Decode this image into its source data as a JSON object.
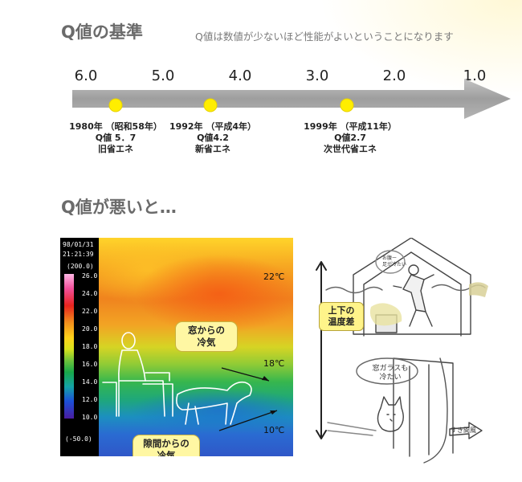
{
  "section1": {
    "heading": "Q値の基準",
    "note": "Q値は数値が少ないほど性能がよいということになります",
    "ticks": [
      "6.0",
      "5.0",
      "4.0",
      "3.0",
      "2.0",
      "1.0"
    ],
    "milestones": [
      {
        "line1": "1980年 （昭和58年）",
        "line2": "Q値 5．7",
        "line3": "旧省エネ"
      },
      {
        "line1": "1992年 （平成4年）",
        "line2": "Q値4.2",
        "line3": "新省エネ"
      },
      {
        "line1": "1999年 （平成11年）",
        "line2": "Q値2.7",
        "line3": "次世代省エネ"
      }
    ],
    "colors": {
      "arrow": "#a6a6a6",
      "dot": "#ffee00"
    }
  },
  "section2": {
    "heading": "Q値が悪いと…",
    "thermal": {
      "date": "98/01/31",
      "time": "21:21:39",
      "scale_max": "(200.0)",
      "scale_min": "(-50.0)",
      "scale_labels": [
        "26.0",
        "24.0",
        "22.0",
        "20.0",
        "18.0",
        "16.0",
        "14.0",
        "12.0",
        "10.0"
      ],
      "temps": [
        "22℃",
        "18℃",
        "10℃"
      ],
      "callout_window": [
        "窓からの",
        "冷気"
      ],
      "callout_gap": [
        "隙間からの",
        "冷気"
      ]
    },
    "illustration": {
      "label_temp_diff": [
        "上下の",
        "温度差"
      ],
      "sketch_bubble_girl": [
        "お腹ー",
        "足が冷たい"
      ],
      "sketch_bubble_cat": [
        "窓ガラスも",
        "冷たい"
      ],
      "sketch_arrow_label": "すき間風"
    }
  }
}
